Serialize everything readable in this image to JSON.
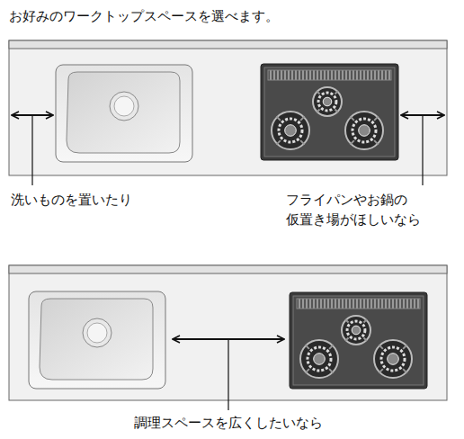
{
  "diagram": {
    "title": "お好みのワークトップスペースを選べます。",
    "labels": [
      "洗いものを置いたり",
      "フライパンやお鍋の 仮置き場がほしいなら",
      "調理スペースを広くしたいなら"
    ]
  }
}
